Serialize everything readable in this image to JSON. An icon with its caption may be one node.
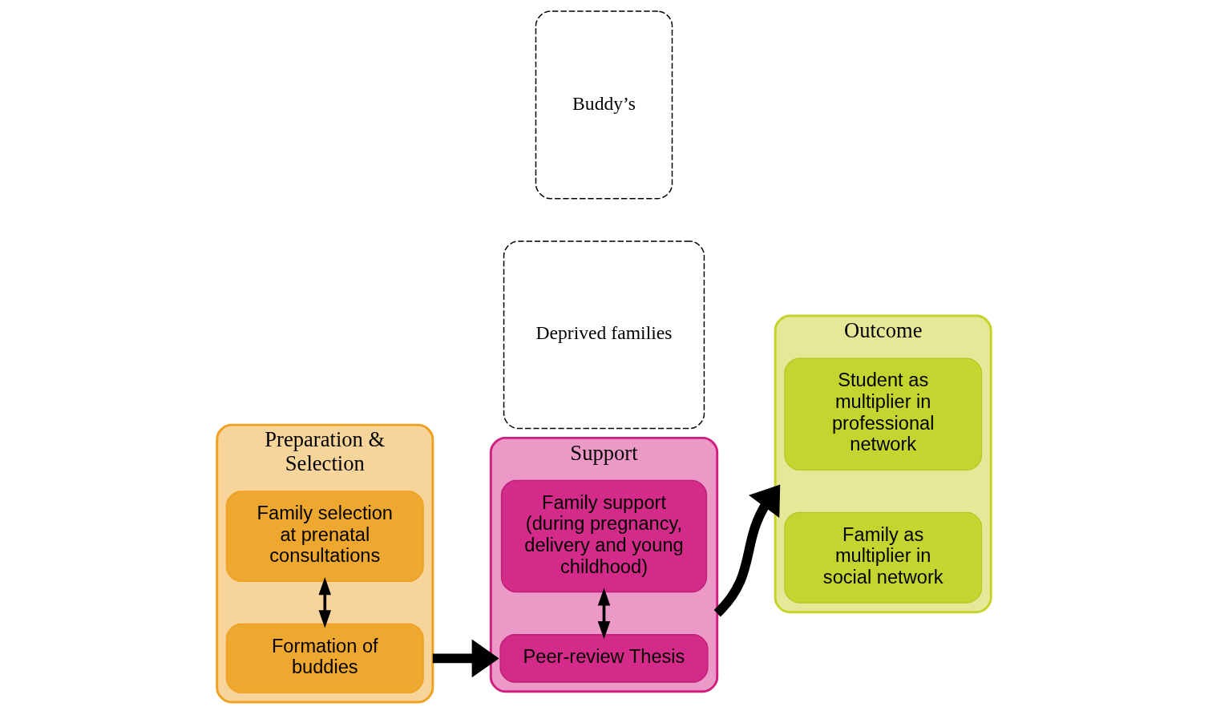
{
  "diagram": {
    "nodes": [
      {
        "text": [
          "Buddy’s"
        ]
      },
      {
        "text": [
          "Deprived families"
        ]
      },
      {
        "text": [
          "Preparation & Selection"
        ]
      },
      {
        "text": [
          "Formation of buddies"
        ],
        "in": 2
      },
      {
        "text": [
          "Family selection at prenatal consultations"
        ],
        "in": 2
      },
      {
        "text": [
          "Support"
        ]
      },
      {
        "text": [
          "Peer-review Thesis"
        ],
        "in": 5
      },
      {
        "text": [
          "Family support (during pregnancy, delivery and young childhood)"
        ],
        "in": 5
      },
      {
        "text": [
          "Outcome"
        ]
      },
      {
        "text": [
          "Student as multiplier in professional network"
        ],
        "in": 8
      },
      {
        "text": [
          "Family as multiplier in social network"
        ],
        "in": 8
      }
    ],
    "edges": [
      {
        "from": 3,
        "to": 4,
        "arrow": "both"
      },
      {
        "from": 2,
        "to": 5,
        "arrow": "to",
        "style": "thick"
      },
      {
        "from": 6,
        "to": 7,
        "arrow": "both"
      },
      {
        "from": 5,
        "to": 8,
        "arrow": "to",
        "style": "thick"
      }
    ]
  }
}
